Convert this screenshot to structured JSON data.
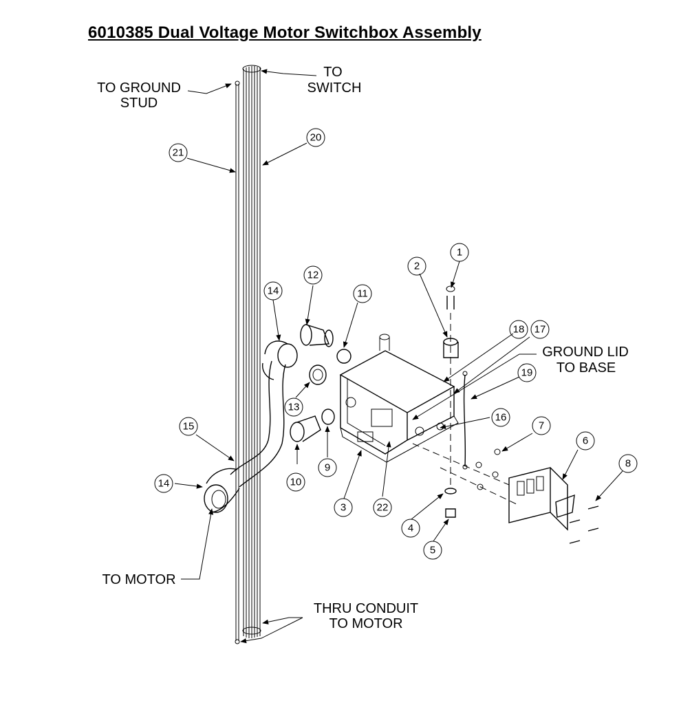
{
  "title": "6010385  Dual Voltage Motor Switchbox Assembly",
  "callouts": {
    "to_ground_stud": [
      "TO GROUND",
      "STUD"
    ],
    "to_switch": [
      "TO",
      "SWITCH"
    ],
    "ground_lid_to_base": [
      "GROUND LID",
      "TO BASE"
    ],
    "to_motor": "TO MOTOR",
    "thru_conduit": [
      "THRU CONDUIT",
      "TO MOTOR"
    ]
  },
  "balloons": [
    "1",
    "2",
    "3",
    "4",
    "5",
    "6",
    "7",
    "8",
    "9",
    "10",
    "11",
    "12",
    "13",
    "14",
    "14",
    "15",
    "16",
    "17",
    "18",
    "19",
    "20",
    "21",
    "22"
  ]
}
